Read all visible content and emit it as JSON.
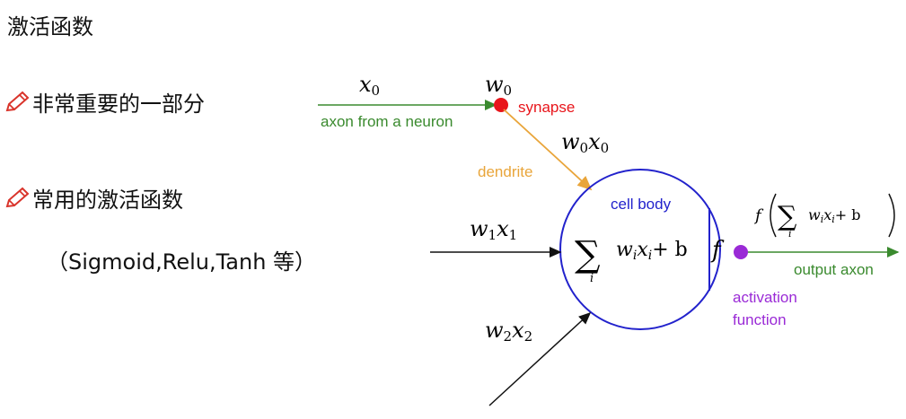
{
  "slide": {
    "title": "激活函数",
    "bullets": [
      "非常重要的一部分",
      "常用的激活函数"
    ],
    "subnote": "（Sigmoid,Relu,Tanh 等）"
  },
  "diagram": {
    "x0": "x",
    "x0_sub": "0",
    "w0": "w",
    "w0_sub": "0",
    "axon_from_neuron": "axon from a neuron",
    "synapse": "synapse",
    "w0x0_w": "w",
    "w0x0_sub1": "0",
    "w0x0_x": "x",
    "w0x0_sub2": "0",
    "dendrite": "dendrite",
    "cell_body": "cell body",
    "w1x1_w": "w",
    "w1x1_sub1": "1",
    "w1x1_x": "x",
    "w1x1_sub2": "1",
    "w2x2_w": "w",
    "w2x2_sub1": "2",
    "w2x2_x": "x",
    "w2x2_sub2": "2",
    "sum_symbol": "∑",
    "sum_index": "i",
    "sum_term_w": "w",
    "sum_term_wi": "i",
    "sum_term_x": "x",
    "sum_term_xi": "i",
    "sum_plus_b": "+ b",
    "f_symbol": "f",
    "out_f": "f",
    "out_sum_term_w": "w",
    "out_sum_term_wi": "i",
    "out_sum_term_x": "x",
    "out_sum_term_xi": "i",
    "out_plus_b": "+ b",
    "output_axon": "output axon",
    "activation": "activation",
    "function": "function",
    "colors": {
      "green": "#3a8a2e",
      "red": "#e8151b",
      "orange": "#e9a53a",
      "blue": "#2222cc",
      "purple": "#9a2ad6",
      "pen": "#d9342b"
    }
  }
}
